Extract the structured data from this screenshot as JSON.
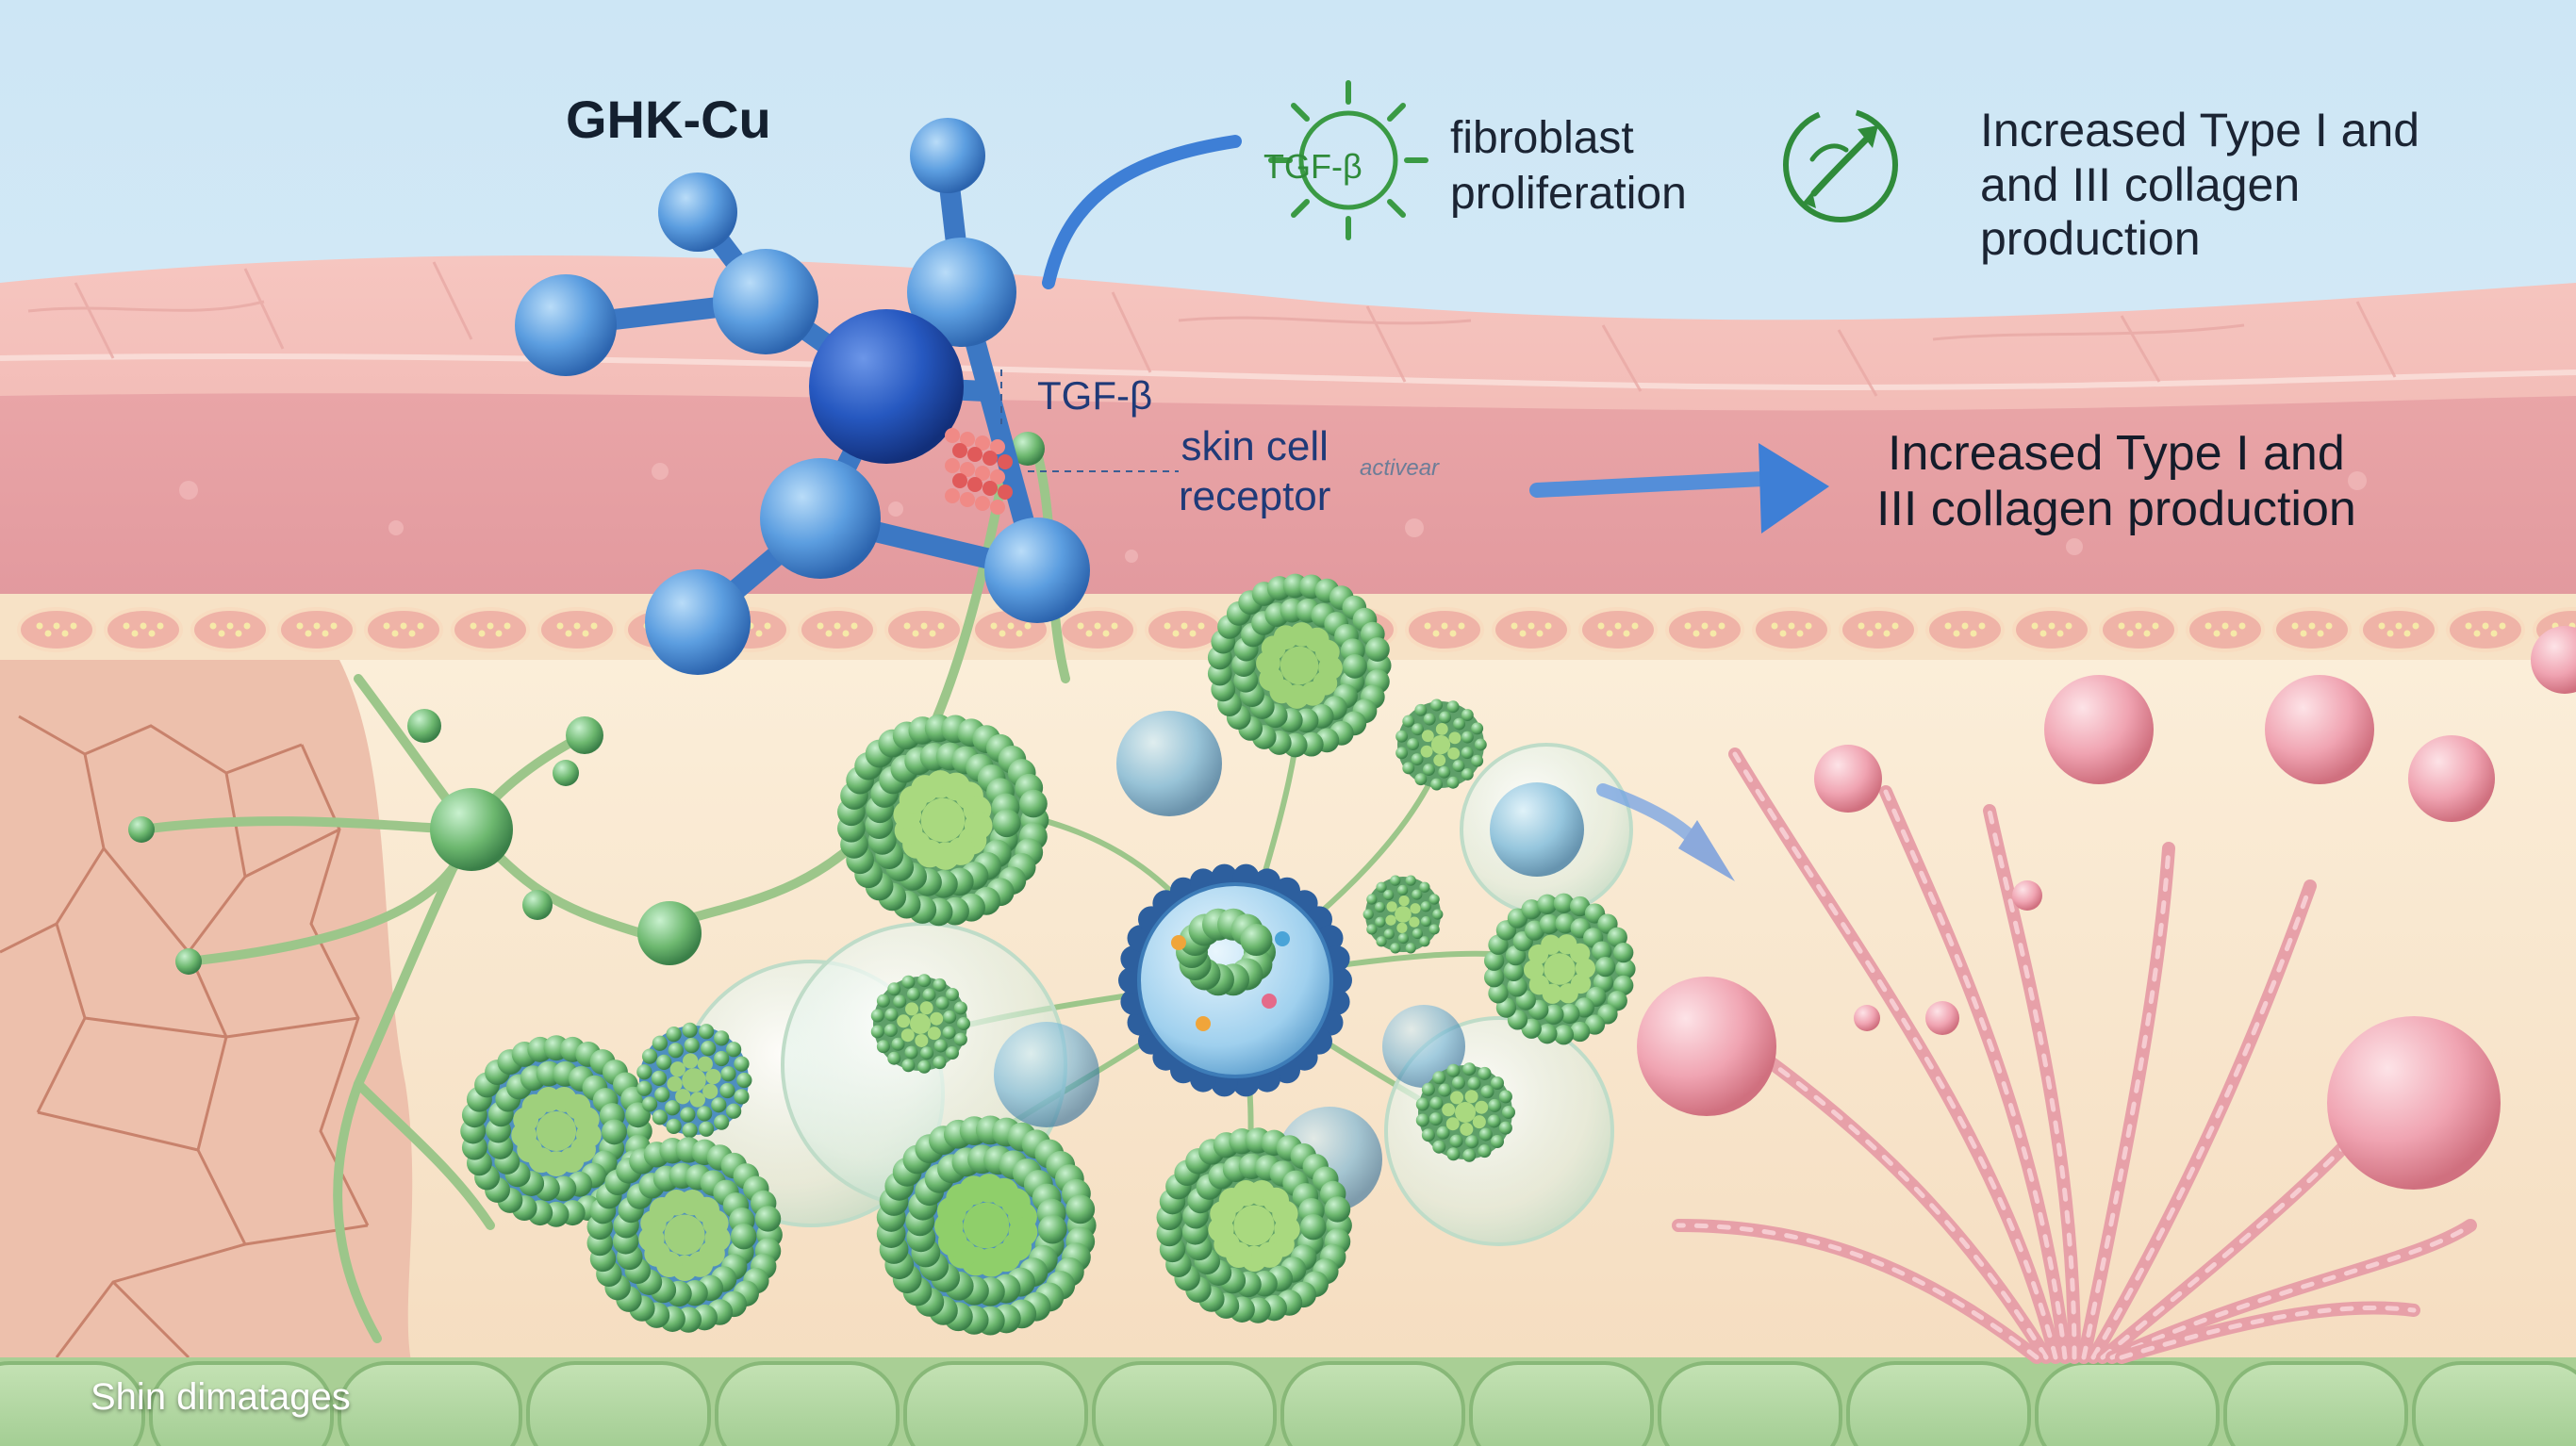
{
  "labels": {
    "molecule": "GHK-Cu",
    "tgf_beta_mid": "TGF-β",
    "receptor": "skin cell\nreceptor",
    "activated": "activear",
    "tgf_icon": "TGF-β",
    "fibroblast": "fibroblast\nproliferation",
    "collagen_top": "Increased Type I and\nand III collagen\nproduction",
    "collagen_mid": "Increased Type I and\nIII collagen production",
    "caption": "Shin dimatages"
  },
  "icons": {
    "tgf_icon": "sunburst-icon",
    "collagen_icon": "circular-arrows-icon",
    "flow_arrow": "right-arrow-icon"
  },
  "colors": {
    "molecule_blue": "#4d8fd4",
    "molecule_center": "#2458b8",
    "accent_green": "#2f8b3a",
    "arrow_blue": "#3e7fd6",
    "collagen_pink": "#e9a3ad",
    "dermis_cream": "#f6e3c8"
  }
}
